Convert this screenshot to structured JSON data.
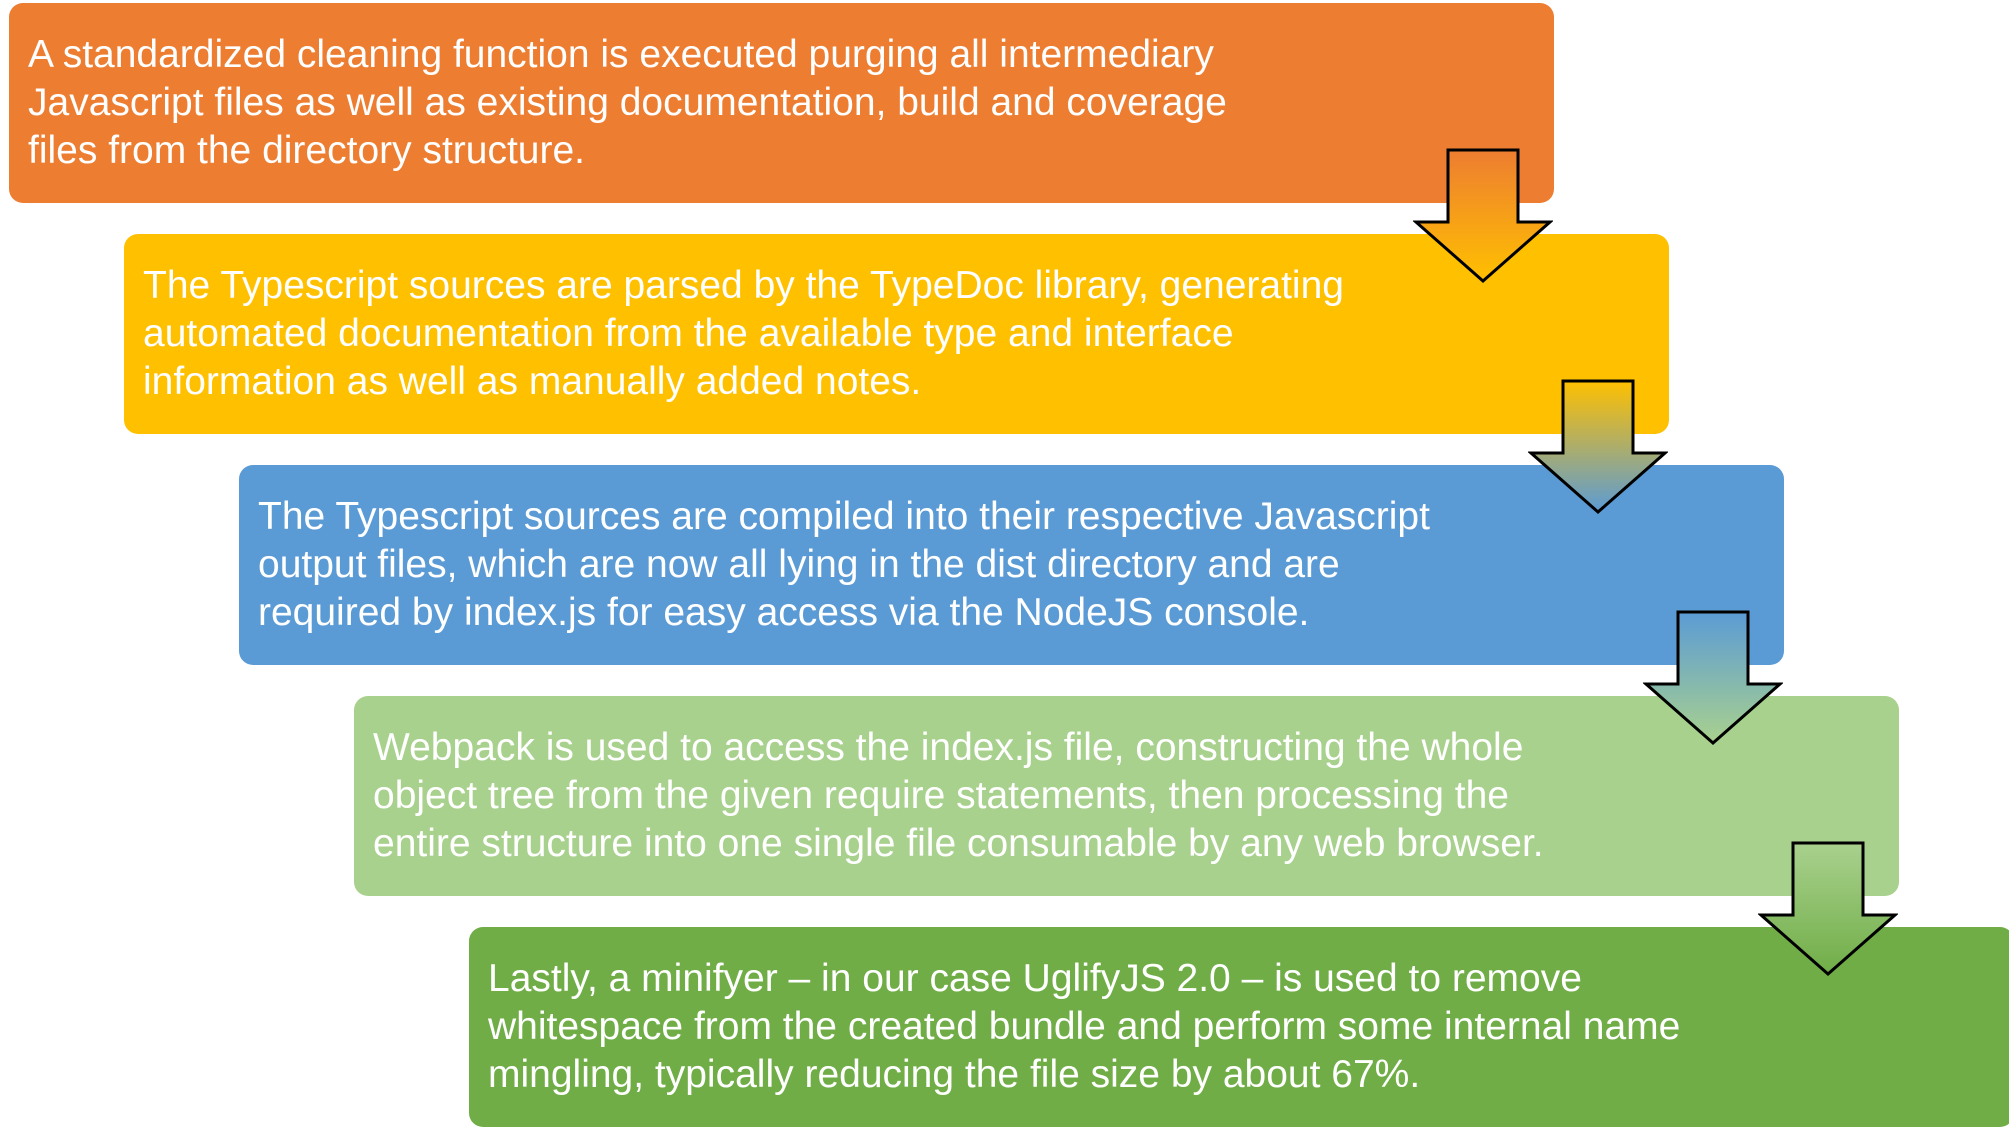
{
  "steps": [
    {
      "text": "A standardized cleaning function is executed purging all intermediary\nJavascript files as well as existing documentation, build and coverage\nfiles from the directory structure.",
      "color": "#ed7d31"
    },
    {
      "text": "The Typescript sources are parsed by the TypeDoc library, generating\nautomated documentation from the available type and interface\ninformation as well as manually added notes.",
      "color": "#ffc000"
    },
    {
      "text": "The Typescript sources are compiled into their respective Javascript\noutput files, which are now all lying in the dist directory and are\nrequired by index.js for easy access via the NodeJS console.",
      "color": "#5b9bd5"
    },
    {
      "text": "Webpack is used to access the index.js file, constructing the whole\nobject tree from the given require statements, then processing the\nentire structure into one single file consumable by any web browser.",
      "color": "#a9d18e"
    },
    {
      "text": "Lastly, a minifyer – in our case UglifyJS 2.0 – is used to remove\nwhitespace from the created bundle and perform some internal name\nmingling, typically reducing the file size by about 67%.",
      "color": "#70ad47"
    }
  ],
  "arrows": [
    {
      "icon": "down-arrow-icon",
      "from_color": "#ed7d31",
      "to_color": "#ffc000"
    },
    {
      "icon": "down-arrow-icon",
      "from_color": "#ffc000",
      "to_color": "#5b9bd5"
    },
    {
      "icon": "down-arrow-icon",
      "from_color": "#5b9bd5",
      "to_color": "#a9d18e"
    },
    {
      "icon": "down-arrow-icon",
      "from_color": "#a9d18e",
      "to_color": "#70ad47"
    }
  ]
}
